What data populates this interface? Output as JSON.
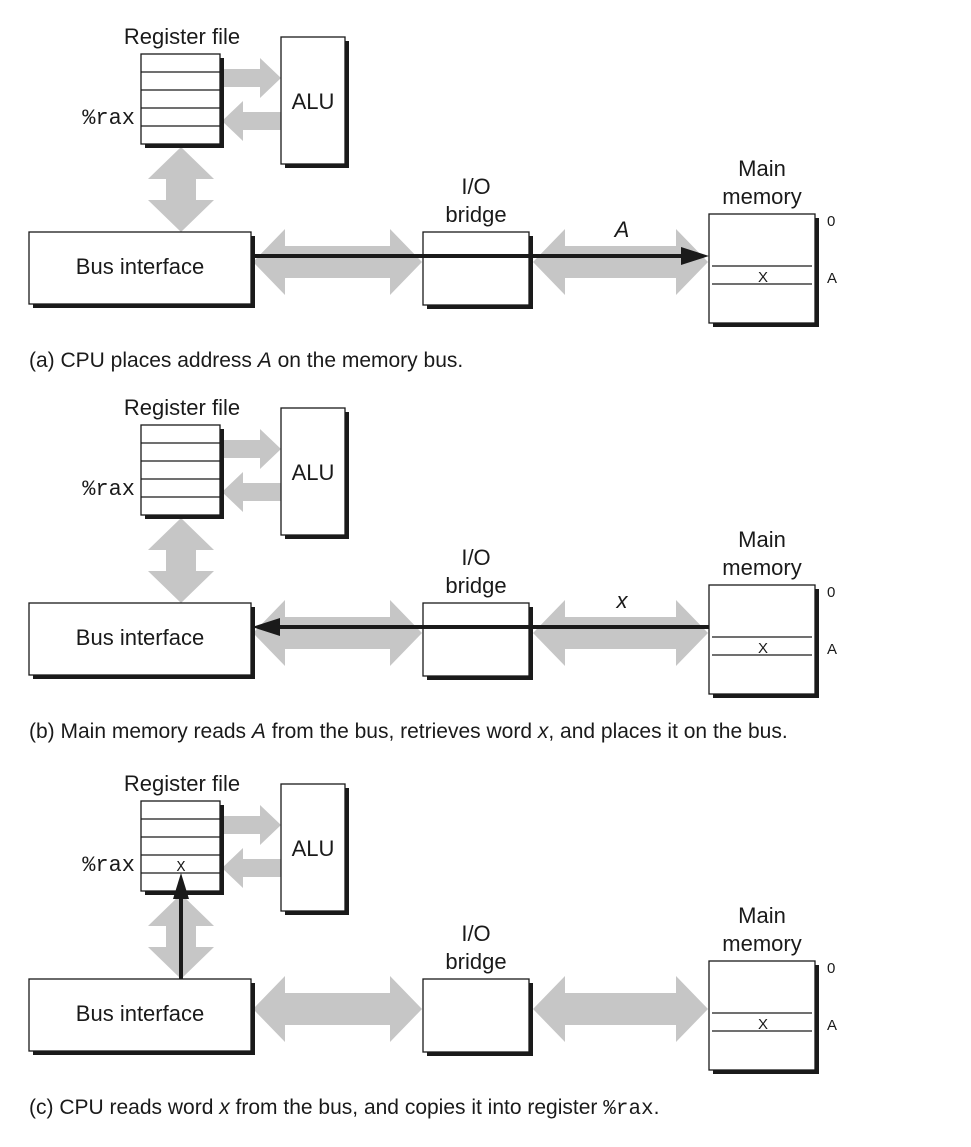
{
  "figure": {
    "colors": {
      "ink": "#1a1a1a",
      "datapath": "#c6c6c6",
      "background": "#ffffff"
    },
    "panels": [
      {
        "id": "a",
        "labels": {
          "register_file": "Register file",
          "register_name": "%rax",
          "alu": "ALU",
          "bus_interface": "Bus interface",
          "io_bridge_line1": "I/O",
          "io_bridge_line2": "bridge",
          "main_memory_line1": "Main",
          "main_memory_line2": "memory",
          "address_0": "0",
          "address_a": "A",
          "memory_word": "X",
          "register_value": "",
          "bus_value": "A"
        },
        "bus_transfer": "cpu-to-memory",
        "register_transfer": false,
        "caption_prefix": "(a) CPU places address ",
        "caption_italic": "A",
        "caption_suffix": " on the memory bus.",
        "caption_mono": "",
        "caption_end": ""
      },
      {
        "id": "b",
        "labels": {
          "register_file": "Register file",
          "register_name": "%rax",
          "alu": "ALU",
          "bus_interface": "Bus interface",
          "io_bridge_line1": "I/O",
          "io_bridge_line2": "bridge",
          "main_memory_line1": "Main",
          "main_memory_line2": "memory",
          "address_0": "0",
          "address_a": "A",
          "memory_word": "X",
          "register_value": "",
          "bus_value": "x"
        },
        "bus_transfer": "memory-to-cpu",
        "register_transfer": false,
        "caption_prefix": "(b) Main memory reads ",
        "caption_italic": "A",
        "caption_suffix": " from the bus, retrieves word ",
        "caption_italic2": "x",
        "caption_suffix2": ", and places it on the bus.",
        "caption_mono": "",
        "caption_end": ""
      },
      {
        "id": "c",
        "labels": {
          "register_file": "Register file",
          "register_name": "%rax",
          "alu": "ALU",
          "bus_interface": "Bus interface",
          "io_bridge_line1": "I/O",
          "io_bridge_line2": "bridge",
          "main_memory_line1": "Main",
          "main_memory_line2": "memory",
          "address_0": "0",
          "address_a": "A",
          "memory_word": "X",
          "register_value": "X",
          "bus_value": ""
        },
        "bus_transfer": "none",
        "register_transfer": true,
        "caption_prefix": "(c) CPU reads word ",
        "caption_italic": "x",
        "caption_suffix": " from the bus, and copies it into register ",
        "caption_mono": "%rax",
        "caption_end": "."
      }
    ]
  }
}
